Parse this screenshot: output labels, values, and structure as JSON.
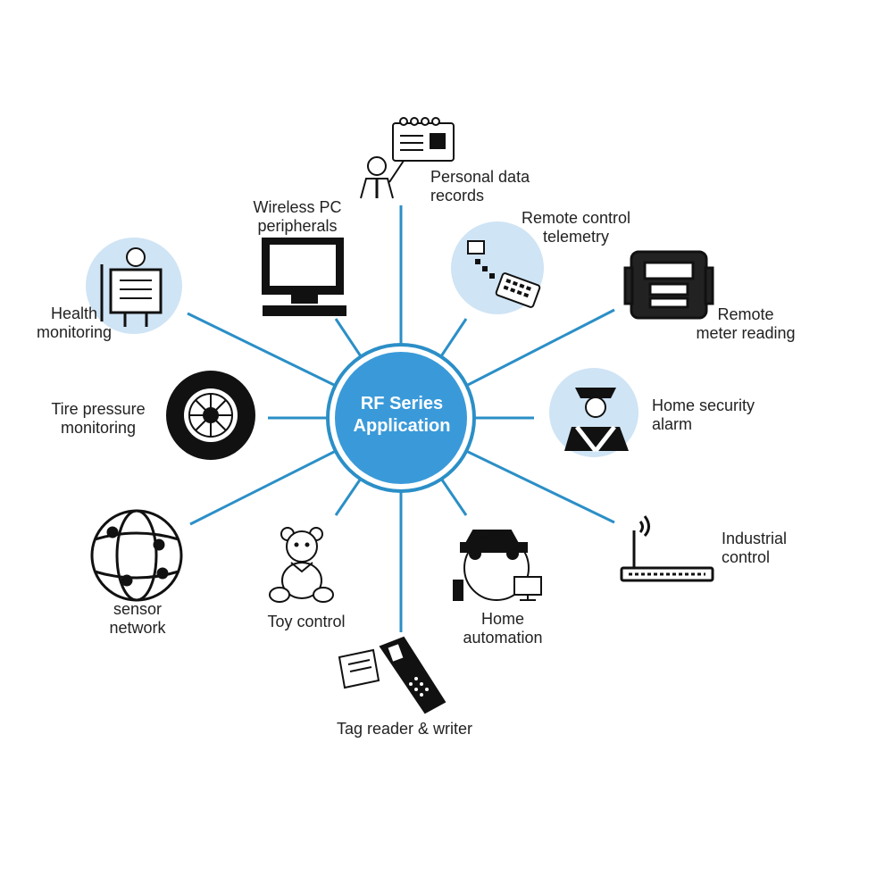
{
  "colors": {
    "spoke": "#2b8fc7",
    "hub_fill": "#3a9ad9",
    "hub_ring": "#2b8fc7",
    "bubble": "#cfe4f5",
    "ink": "#111111"
  },
  "hub": {
    "line1": "RF Series",
    "line2": "Application"
  },
  "nodes": [
    {
      "id": "personal-data",
      "icon": "person-with-card-icon",
      "lines": [
        "Personal data",
        "records"
      ]
    },
    {
      "id": "remote-telemetry",
      "icon": "remote-control-icon",
      "lines": [
        "Remote control",
        "telemetry"
      ]
    },
    {
      "id": "meter-reading",
      "icon": "gas-meter-icon",
      "lines": [
        "Remote",
        "meter reading"
      ]
    },
    {
      "id": "home-security",
      "icon": "security-guard-icon",
      "lines": [
        "Home security",
        "alarm"
      ]
    },
    {
      "id": "industrial-control",
      "icon": "router-antenna-icon",
      "lines": [
        "Industrial",
        "control"
      ]
    },
    {
      "id": "home-automation",
      "icon": "car-and-phone-icon",
      "lines": [
        "Home",
        "automation"
      ]
    },
    {
      "id": "tag-reader",
      "icon": "handheld-scanner-icon",
      "lines": [
        "Tag reader & writer"
      ]
    },
    {
      "id": "toy-control",
      "icon": "teddy-bear-icon",
      "lines": [
        "Toy control"
      ]
    },
    {
      "id": "sensor-network",
      "icon": "globe-network-icon",
      "lines": [
        "sensor",
        "network"
      ]
    },
    {
      "id": "tire-pressure",
      "icon": "tire-icon",
      "lines": [
        "Tire pressure",
        "monitoring"
      ]
    },
    {
      "id": "health-monitoring",
      "icon": "xray-person-icon",
      "lines": [
        "Health",
        "monitoring"
      ]
    },
    {
      "id": "wireless-pc",
      "icon": "monitor-icon",
      "lines": [
        "Wireless PC",
        "peripherals"
      ]
    }
  ]
}
